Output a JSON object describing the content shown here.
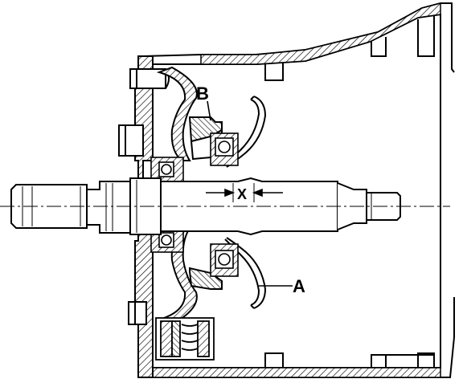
{
  "diagram": {
    "labels": {
      "a": "A",
      "b": "B",
      "x": "X"
    }
  }
}
